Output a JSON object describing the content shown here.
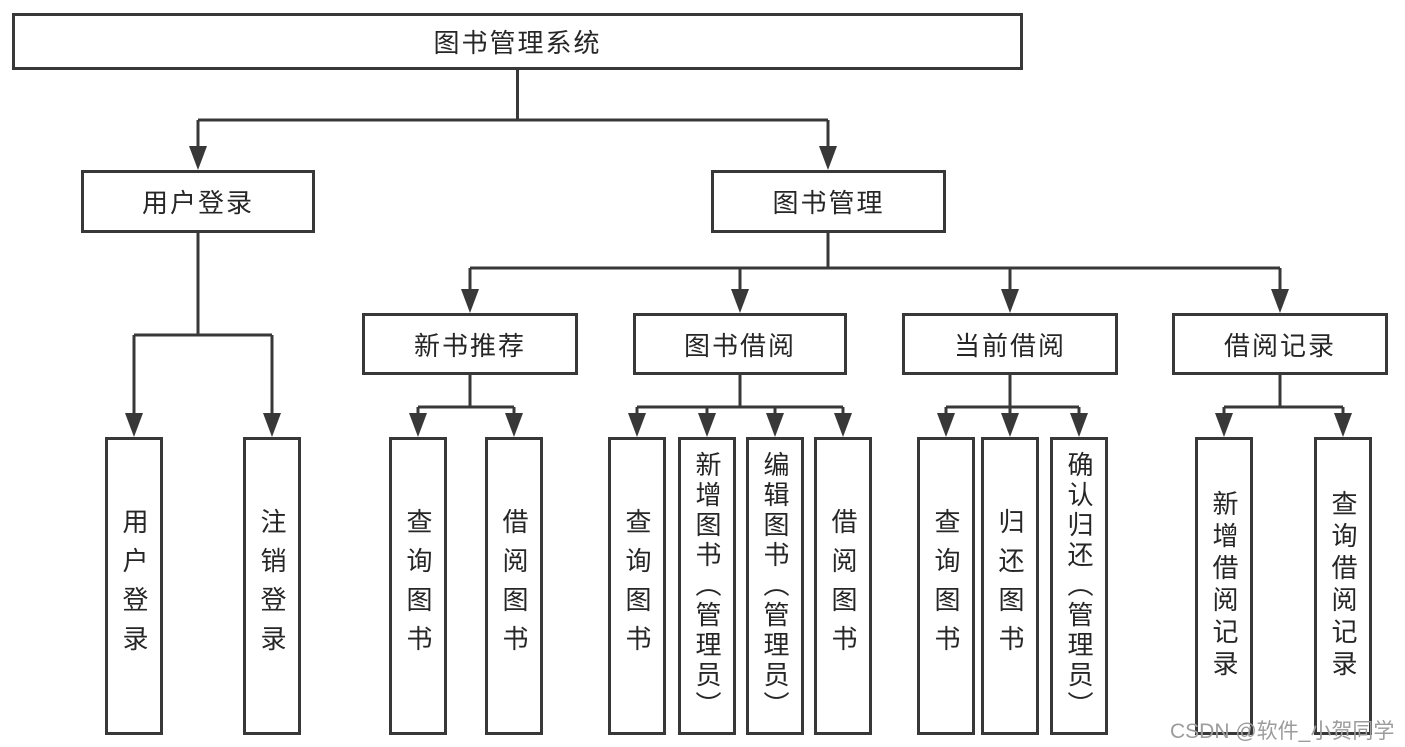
{
  "colors": {
    "background": "#ffffff",
    "line": "#383838",
    "box_border": "#383838",
    "text": "#262626",
    "watermark": "#9c9c9c"
  },
  "watermark": {
    "text": "CSDN @软件_小贺同学"
  },
  "tree": {
    "root": {
      "label": "图书管理系统"
    },
    "level2": [
      {
        "label": "用户登录",
        "parent": "图书管理系统"
      },
      {
        "label": "图书管理",
        "parent": "图书管理系统"
      }
    ],
    "level3": [
      {
        "label": "新书推荐",
        "parent": "图书管理"
      },
      {
        "label": "图书借阅",
        "parent": "图书管理"
      },
      {
        "label": "当前借阅",
        "parent": "图书管理"
      },
      {
        "label": "借阅记录",
        "parent": "图书管理"
      }
    ],
    "level4": [
      {
        "label": "用户登录",
        "parent": "用户登录"
      },
      {
        "label": "注销登录",
        "parent": "用户登录"
      },
      {
        "label": "查询图书",
        "parent": "新书推荐"
      },
      {
        "label": "借阅图书",
        "parent": "新书推荐"
      },
      {
        "label": "查询图书",
        "parent": "图书借阅"
      },
      {
        "label": "新增图书（管理员）",
        "parent": "图书借阅"
      },
      {
        "label": "编辑图书（管理员）",
        "parent": "图书借阅"
      },
      {
        "label": "借阅图书",
        "parent": "图书借阅"
      },
      {
        "label": "查询图书",
        "parent": "当前借阅"
      },
      {
        "label": "归还图书",
        "parent": "当前借阅"
      },
      {
        "label": "确认归还（管理员）",
        "parent": "当前借阅"
      },
      {
        "label": "新增借阅记录",
        "parent": "借阅记录"
      },
      {
        "label": "查询借阅记录",
        "parent": "借阅记录"
      }
    ]
  }
}
